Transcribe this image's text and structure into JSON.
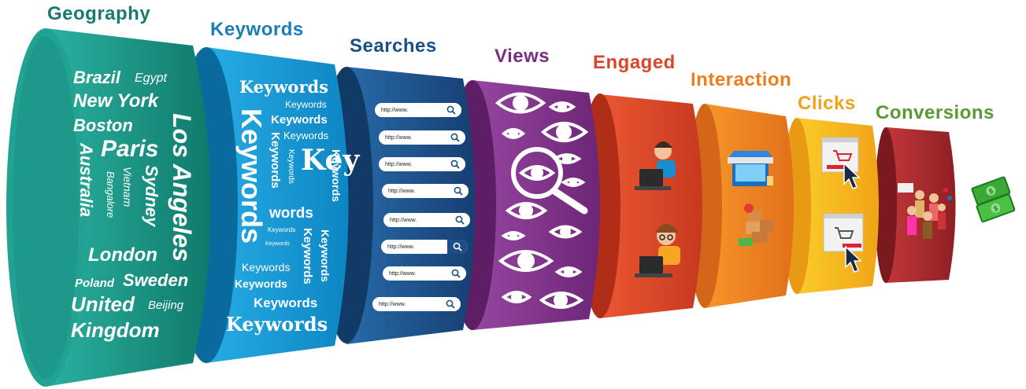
{
  "stages": [
    {
      "title": "Geography",
      "color": "#1a7a6e"
    },
    {
      "title": "Keywords",
      "color": "#1a7fb5"
    },
    {
      "title": "Searches",
      "color": "#1c4f86"
    },
    {
      "title": "Views",
      "color": "#7b2d83"
    },
    {
      "title": "Engaged",
      "color": "#d9462a"
    },
    {
      "title": "Interaction",
      "color": "#ef7d1a"
    },
    {
      "title": "Clicks",
      "color": "#f0a21b"
    },
    {
      "title": "Conversions",
      "color": "#5a9a32"
    }
  ],
  "geography": {
    "brazil": "Brazil",
    "egypt": "Egypt",
    "new_york": "New York",
    "boston": "Boston",
    "paris": "Paris",
    "los_angeles": "Los Angeles",
    "australia": "Australia",
    "vietnam": "Vietnam",
    "bangalore": "Bangalore",
    "sydney": "Sydney",
    "london": "London",
    "poland": "Poland",
    "sweden": "Sweden",
    "united": "United",
    "beijing": "Beijing",
    "kingdom": "Kingdom"
  },
  "keywords": {
    "k1": "Keywords",
    "k2": "Keywords",
    "k3": "Keywords",
    "k4": "Keywords",
    "k_big_vertical": "Keywords",
    "k_v2": "Keywords",
    "k_v3": "Keywords",
    "key": "Key",
    "words": "words",
    "k_v4": "Keywords",
    "k_small1": "Keywords",
    "k_small2": "Keywords",
    "k_v5": "Keywords",
    "k5": "Keywords",
    "k6": "Keywords",
    "k7": "Keywords",
    "k8": "Keywords",
    "k_v6": "Keywords"
  },
  "searches": {
    "url": "http://www."
  },
  "icons": {
    "search": "magnifier-icon",
    "eye": "eye-icon",
    "person_laptop": "person-laptop-icon",
    "shopping_page": "shopping-cart-page-icon",
    "cursor": "cursor-arrow-icon",
    "team": "team-celebrating-icon",
    "money": "money-bills-icon"
  }
}
